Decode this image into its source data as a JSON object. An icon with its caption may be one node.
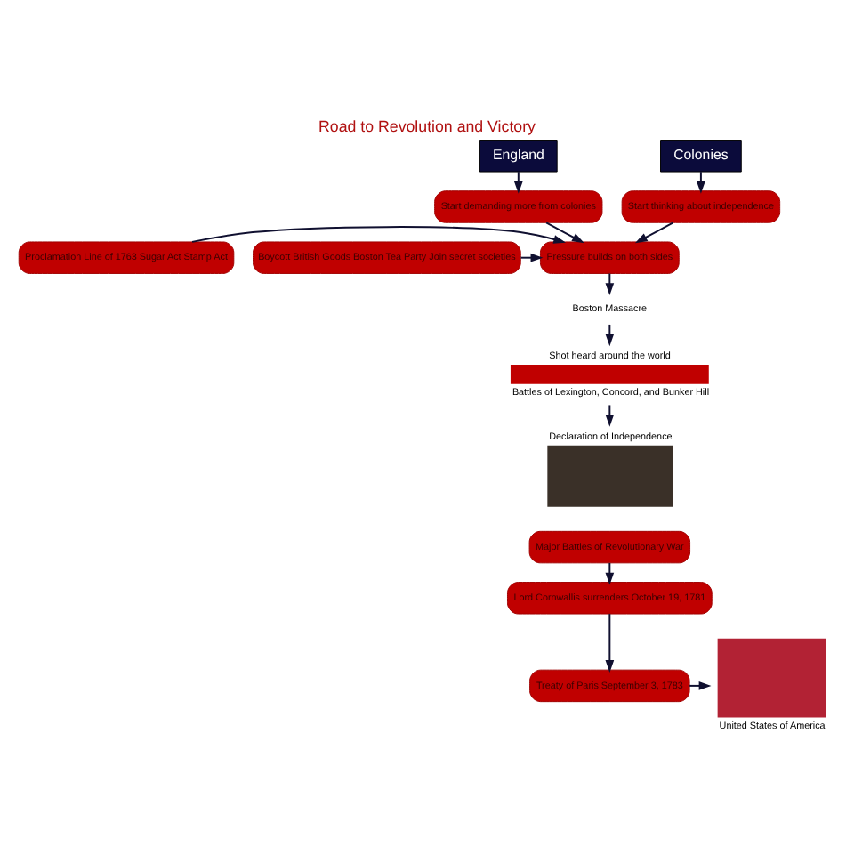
{
  "diagram": {
    "title": "Road to Revolution and Victory",
    "nodes": [
      {
        "text": [
          "England"
        ]
      },
      {
        "text": [
          "Colonies"
        ]
      },
      {
        "text": [
          "Start demanding more from colonies"
        ]
      },
      {
        "text": [
          "Start thinking about independence"
        ]
      },
      {
        "text": [
          "Proclamation Line of 1763 Sugar Act Stamp Act"
        ]
      },
      {
        "text": [
          "Pressure builds on both sides"
        ]
      },
      {
        "text": [
          "Boycott British Goods Boston Tea Party Join secret societies"
        ]
      },
      {
        "text": [
          "Boston Massacre"
        ]
      },
      {
        "text": [
          "Shot heard around the world",
          "Battles of Lexington, Concord, and Bunker Hill"
        ]
      },
      {
        "text": [
          "Declaration of Independence"
        ]
      },
      {
        "text": [
          "Major Battles of Revolutionary War"
        ]
      },
      {
        "text": [
          "Lord Cornwallis surrenders October 19, 1781"
        ]
      },
      {
        "text": [
          "Treaty of Paris September 3, 1783"
        ]
      },
      {
        "text": [
          "United States of America"
        ]
      }
    ],
    "edges": [
      {
        "from": 0,
        "to": 2,
        "arrow": "to"
      },
      {
        "from": 1,
        "to": 3,
        "arrow": "to"
      },
      {
        "from": 2,
        "to": 5,
        "arrow": "to"
      },
      {
        "from": 3,
        "to": 5,
        "arrow": "to"
      },
      {
        "from": 4,
        "to": 5,
        "arrow": "to"
      },
      {
        "from": 6,
        "to": 5,
        "arrow": "to"
      },
      {
        "from": 5,
        "to": 7,
        "arrow": "to"
      },
      {
        "from": 7,
        "to": 8,
        "arrow": "to"
      },
      {
        "from": 8,
        "to": 9,
        "arrow": "to"
      },
      {
        "from": 10,
        "to": 11,
        "arrow": "to"
      },
      {
        "from": 11,
        "to": 12,
        "arrow": "to"
      },
      {
        "from": 12,
        "to": 13,
        "arrow": "to"
      }
    ]
  }
}
